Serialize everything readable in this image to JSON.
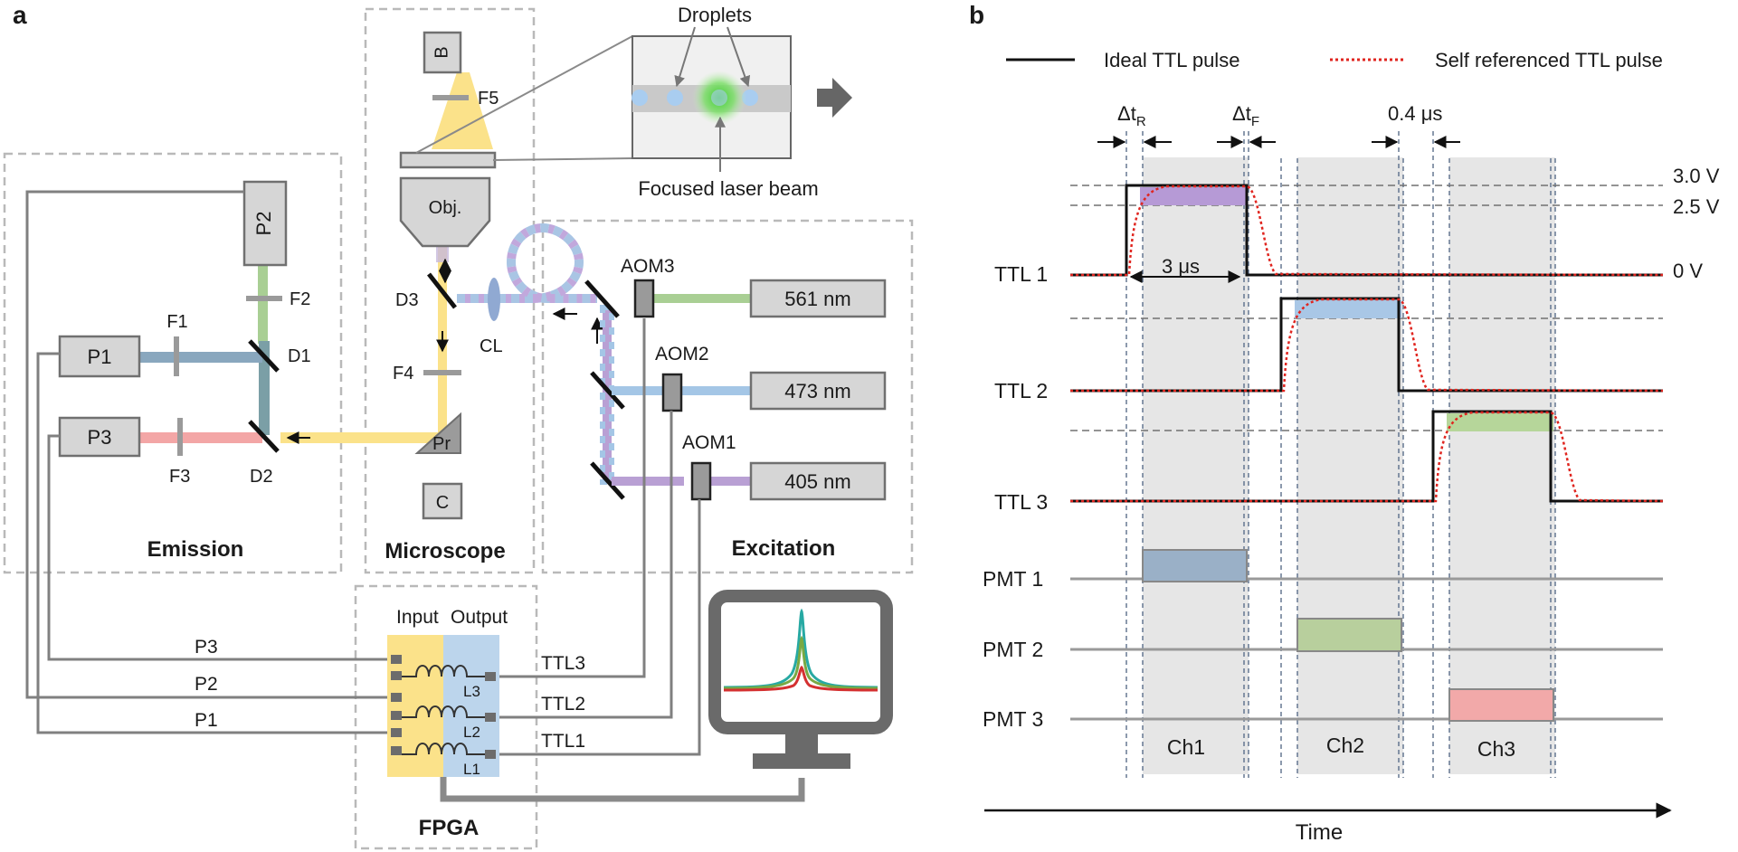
{
  "panel_a": {
    "label": "a",
    "sections": {
      "emission": "Emission",
      "microscope": "Microscope",
      "excitation": "Excitation",
      "fpga": "FPGA"
    },
    "inset": {
      "droplets": "Droplets",
      "focused": "Focused laser beam"
    },
    "components": {
      "b": "B",
      "c": "C",
      "obj": "Obj.",
      "pr": "Pr",
      "cl": "CL",
      "p1": "P1",
      "p2": "P2",
      "p3": "P3",
      "f1": "F1",
      "f2": "F2",
      "f3": "F3",
      "f4": "F4",
      "f5": "F5",
      "d1": "D1",
      "d2": "D2",
      "d3": "D3",
      "aom1": "AOM1",
      "aom2": "AOM2",
      "aom3": "AOM3"
    },
    "lasers": {
      "l561": "561 nm",
      "l473": "473 nm",
      "l405": "405 nm"
    },
    "fpga_io": {
      "input": "Input",
      "output": "Output",
      "in_p3": "P3",
      "in_p2": "P2",
      "in_p1": "P1",
      "out_ttl3": "TTL3",
      "out_ttl2": "TTL2",
      "out_ttl1": "TTL1",
      "l3": "L3",
      "l2": "L2",
      "l1": "L1"
    },
    "colors": {
      "c561": "#a9cf94",
      "c473": "#a4c6e6",
      "c405": "#b9a0d4",
      "emission_beam": "#fbe28a",
      "p1_beam": "#89a7be",
      "p3_beam": "#f3a6a6"
    }
  },
  "panel_b": {
    "label": "b",
    "legend": {
      "ideal": "Ideal TTL pulse",
      "selfref": "Self referenced TTL pulse"
    },
    "annotations": {
      "dtr": "Δt",
      "dtr_sub": "R",
      "dtf": "Δt",
      "dtf_sub": "F",
      "short_gap": "0.4 μs",
      "pulse_width": "3 μs"
    },
    "levels": {
      "v3": "3.0 V",
      "v25": "2.5 V",
      "v0": "0 V"
    },
    "rows": {
      "ttl1": "TTL 1",
      "ttl2": "TTL 2",
      "ttl3": "TTL 3",
      "pmt1": "PMT 1",
      "pmt2": "PMT 2",
      "pmt3": "PMT 3"
    },
    "channels": {
      "ch1": "Ch1",
      "ch2": "Ch2",
      "ch3": "Ch3"
    },
    "xlabel": "Time",
    "colors": {
      "ideal": "#111111",
      "selfref": "#e0251f",
      "fill1": "#b69ad6",
      "fill2": "#a9c7e6",
      "fill3": "#b6d69a",
      "pmt1": "#9ab0c7",
      "pmt2": "#b8cf9d",
      "pmt3": "#f2a9a9",
      "window": "#e6e6e6"
    }
  }
}
